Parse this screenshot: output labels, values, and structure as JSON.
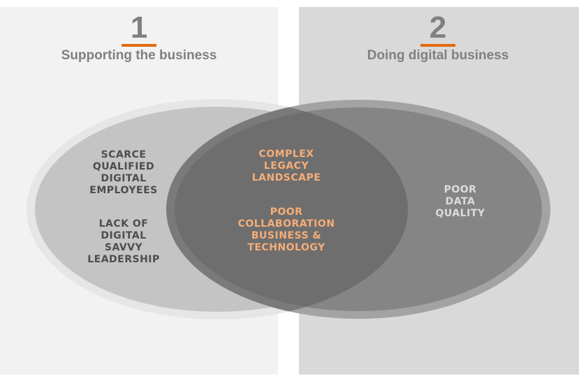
{
  "sections": [
    {
      "number": "1",
      "heading": "Supporting the business"
    },
    {
      "number": "2",
      "heading": "Doing digital business"
    }
  ],
  "circle_1_labels": [
    "SCARCE\nQUALIFIED\nDIGITAL\nEMPLOYEES",
    "LACK OF\nDIGITAL\nSAVVY\nLEADERSHIP"
  ],
  "overlap_labels": [
    "COMPLEX\nLEGACY\nLANDSCAPE",
    "POOR\nCOLLABORATION\nBUSINESS &\nTECHNOLOGY"
  ],
  "circle_2_labels": [
    "POOR\nDATA\nQUALITY"
  ],
  "colors": {
    "accent": "#e36c0a",
    "overlap_text": "#f6ad78",
    "circle_1_text": "#4d4d4d",
    "circle_2_text": "#dcdcdc",
    "heading_text": "#808080"
  }
}
